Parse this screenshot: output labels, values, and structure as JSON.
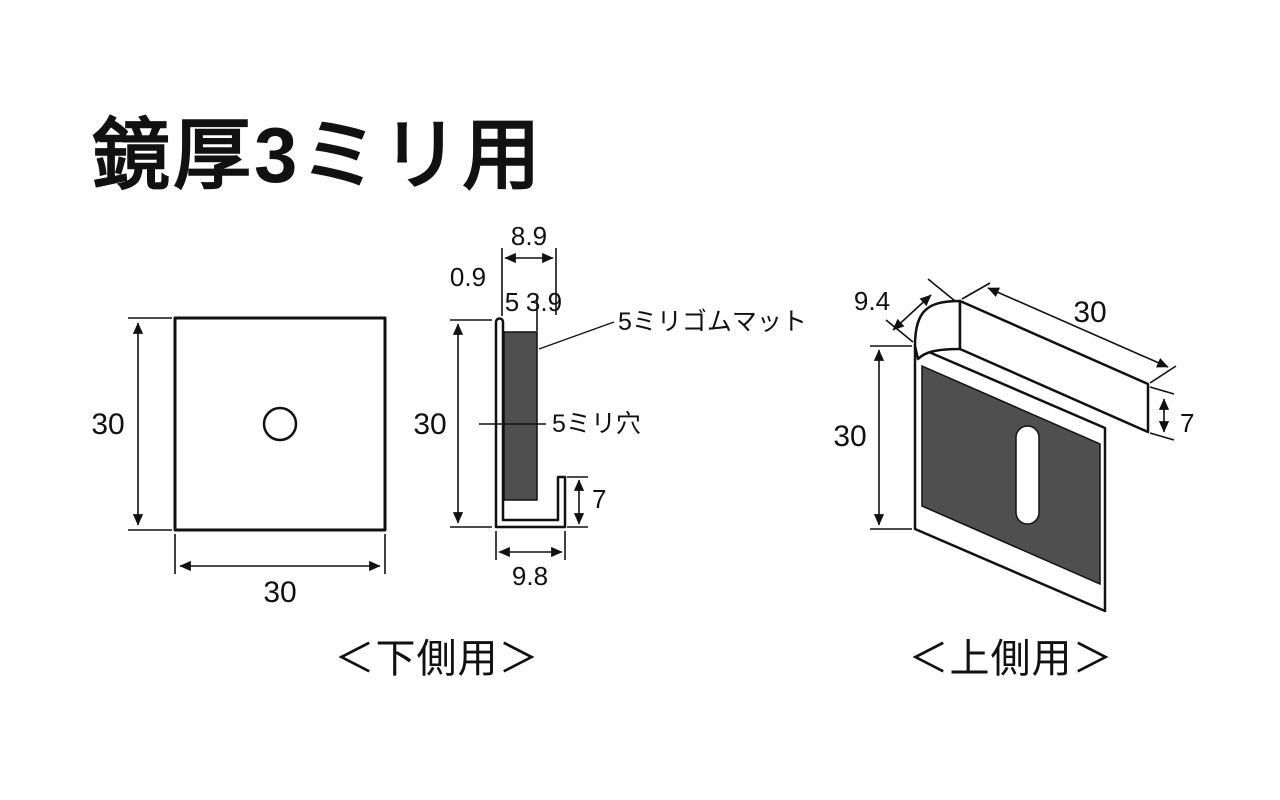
{
  "title": "鏡厚3ミリ用",
  "colors": {
    "line": "#111111",
    "mat": "#4f4f4f",
    "background": "#ffffff"
  },
  "front_view": {
    "caption": "＜下側用＞",
    "width_label": "30",
    "height_label": "30"
  },
  "side_view": {
    "top_width_label": "8.9",
    "plate_thickness_label": "0.9",
    "mat_thickness_label": "5",
    "gap_label": "3.9",
    "height_label": "30",
    "lip_height_label": "7",
    "bottom_width_label": "9.8",
    "rubber_mat_label": "5ミリゴムマット",
    "hole_label": "5ミリ穴"
  },
  "perspective_view": {
    "caption": "＜上側用＞",
    "depth_label": "9.4",
    "width_label": "30",
    "height_label": "30",
    "lip_height_label": "7"
  }
}
